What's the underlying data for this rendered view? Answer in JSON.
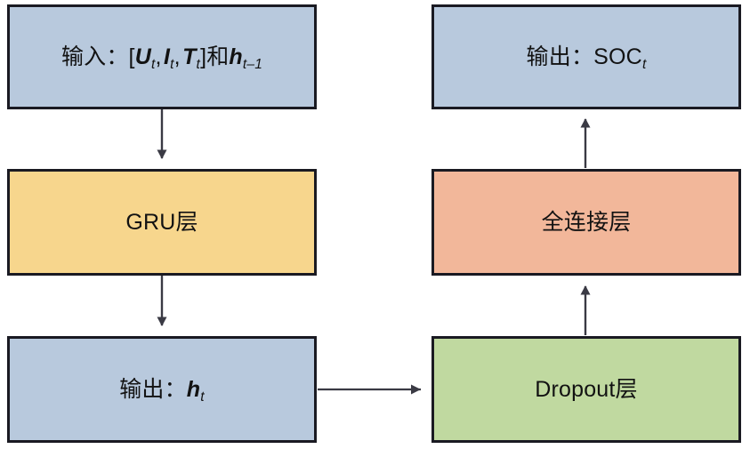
{
  "diagram": {
    "title": "GRU-based SOC estimation network structure",
    "type": "flowchart",
    "background": "#ffffff",
    "border_color": "#1a1a22",
    "arrow_color": "#3a3a44",
    "nodes": [
      {
        "id": "input",
        "label_prefix": "输入：",
        "label_plain": "输入：[Ut, It, Tt]和ht-1",
        "color": "#b8c9dd",
        "column": "left",
        "row": "top"
      },
      {
        "id": "gru",
        "label": "GRU层",
        "color": "#f7d68d",
        "column": "left",
        "row": "middle"
      },
      {
        "id": "hidden",
        "label_prefix": "输出：",
        "label_plain": "输出：ht",
        "color": "#b8c9dd",
        "column": "left",
        "row": "bottom"
      },
      {
        "id": "output",
        "label_prefix": "输出：",
        "label_plain": "输出：SOCt",
        "soc_text": "SOC",
        "color": "#b8c9dd",
        "column": "right",
        "row": "top"
      },
      {
        "id": "fc",
        "label": "全连接层",
        "color": "#f2b79a",
        "column": "right",
        "row": "middle"
      },
      {
        "id": "dropout",
        "label": "Dropout层",
        "color": "#c0d9a0",
        "column": "right",
        "row": "bottom"
      }
    ],
    "math": {
      "bracket_open": "[",
      "bracket_close": "]",
      "var_u": "U",
      "var_i": "I",
      "var_t_sym": "T",
      "var_h": "h",
      "sub_t": "t",
      "sub_t_minus_1": "t–1",
      "comma": ",",
      "conj_and": "和",
      "soc": "SOC"
    },
    "edges": [
      {
        "id": "input-to-gru",
        "from": "input",
        "to": "gru",
        "direction": "down"
      },
      {
        "id": "gru-to-hidden",
        "from": "gru",
        "to": "hidden",
        "direction": "down"
      },
      {
        "id": "hidden-to-dropout",
        "from": "hidden",
        "to": "dropout",
        "direction": "right"
      },
      {
        "id": "dropout-to-fc",
        "from": "dropout",
        "to": "fc",
        "direction": "up"
      },
      {
        "id": "fc-to-output",
        "from": "fc",
        "to": "output",
        "direction": "up"
      }
    ]
  }
}
